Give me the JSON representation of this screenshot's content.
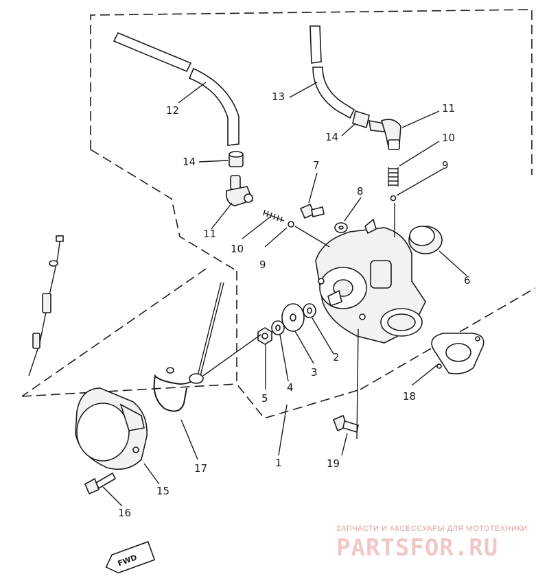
{
  "callouts": [
    {
      "id": "c1",
      "text": "1"
    },
    {
      "id": "c2",
      "text": "2"
    },
    {
      "id": "c3",
      "text": "3"
    },
    {
      "id": "c4",
      "text": "4"
    },
    {
      "id": "c5",
      "text": "5"
    },
    {
      "id": "c6",
      "text": "6"
    },
    {
      "id": "c7",
      "text": "7"
    },
    {
      "id": "c8",
      "text": "8"
    },
    {
      "id": "c9a",
      "text": "9"
    },
    {
      "id": "c9b",
      "text": "9"
    },
    {
      "id": "c10a",
      "text": "10"
    },
    {
      "id": "c10b",
      "text": "10"
    },
    {
      "id": "c11a",
      "text": "11"
    },
    {
      "id": "c11b",
      "text": "11"
    },
    {
      "id": "c12",
      "text": "12"
    },
    {
      "id": "c13",
      "text": "13"
    },
    {
      "id": "c14a",
      "text": "14"
    },
    {
      "id": "c14b",
      "text": "14"
    },
    {
      "id": "c15",
      "text": "15"
    },
    {
      "id": "c16",
      "text": "16"
    },
    {
      "id": "c17",
      "text": "17"
    },
    {
      "id": "c18",
      "text": "18"
    },
    {
      "id": "c19",
      "text": "19"
    }
  ],
  "fwd_arrow": {
    "label": "FWD"
  },
  "watermark": {
    "tagline": "ЗАПЧАСТИ И АКСЕССУАРЫ ДЛЯ МОТОТЕХНИКИ",
    "logo": "PARTSFOR.RU"
  },
  "colors": {
    "ink": "#1a1a1a",
    "watermark": "#e8b4b4"
  }
}
